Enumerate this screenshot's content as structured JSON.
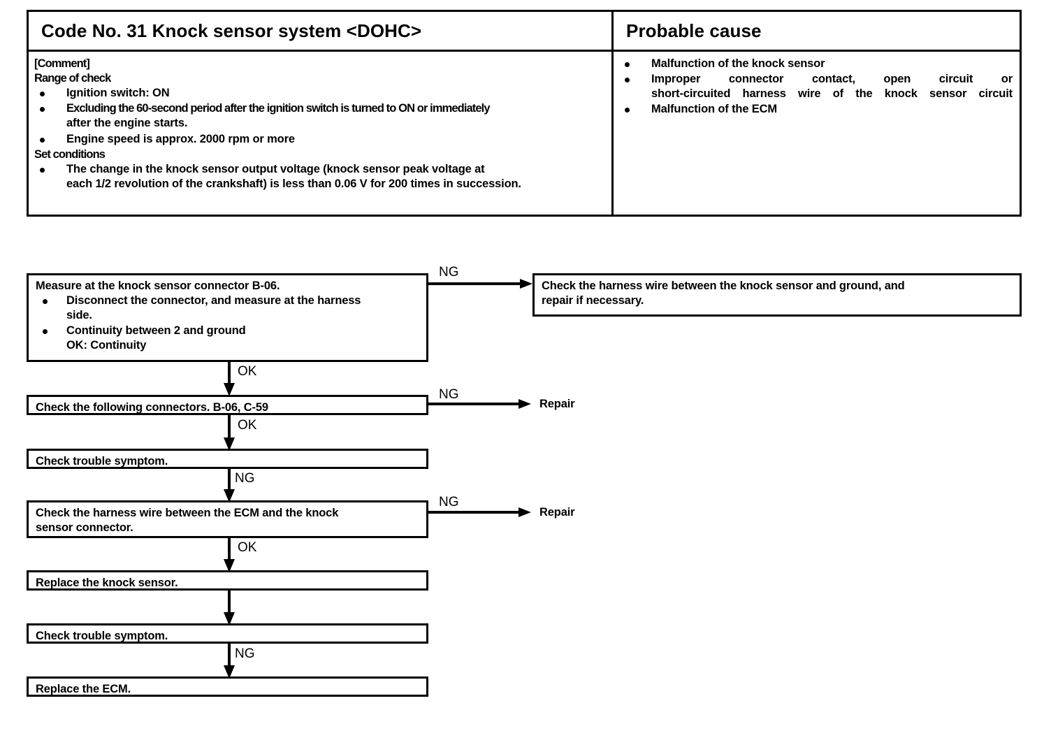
{
  "table": {
    "headers": {
      "left": "Code No. 31 Knock sensor system <DOHC>",
      "right": "Probable cause"
    },
    "comment": {
      "label": "[Comment]",
      "range_heading": "Range of check",
      "range_items": [
        {
          "line1": "Ignition switch:  ON",
          "line2": ""
        },
        {
          "line1": "Excluding the 60-second period after the ignition switch is turned to ON or immediately",
          "line2": "after the engine starts."
        },
        {
          "line1": "Engine speed is approx. 2000 rpm or more",
          "line2": ""
        }
      ],
      "set_heading": "Set conditions",
      "set_items": [
        {
          "line1": "The change in the knock sensor output voltage (knock sensor peak voltage at",
          "line2": "each 1/2 revolution of the crankshaft) is less than 0.06 V for 200 times in succession."
        }
      ]
    },
    "probable_causes": [
      {
        "line1": "Malfunction of the knock sensor",
        "line2": ""
      },
      {
        "line1": "Improper connector contact, open circuit or",
        "line2": "short-circuited harness wire of the knock sensor circuit"
      },
      {
        "line1": "Malfunction of the ECM",
        "line2": ""
      }
    ]
  },
  "flow": {
    "step1": {
      "title": "Measure at the knock sensor connector B-06.",
      "bullets": [
        {
          "line1": "Disconnect the connector, and measure at the harness",
          "line2": "side."
        },
        {
          "line1": "Continuity between 2 and ground",
          "line2": "OK: Continuity"
        }
      ]
    },
    "step1_ng_box": {
      "line1": "Check the harness wire between the knock sensor and ground, and",
      "line2": "repair if necessary."
    },
    "step2": {
      "text": "Check the following connectors. B-06, C-59"
    },
    "step3": {
      "text": "Check trouble symptom."
    },
    "step4": {
      "line1": "Check the harness wire between the ECM and the knock",
      "line2": "sensor connector."
    },
    "step5": {
      "text": "Replace the knock sensor."
    },
    "step6": {
      "text": "Check trouble symptom."
    },
    "step7": {
      "text": "Replace the ECM."
    },
    "labels": {
      "ng1": "NG",
      "ok1": "OK",
      "ng2": "NG",
      "ok2": "OK",
      "ng3": "NG",
      "ng4": "NG",
      "ok3": "OK",
      "ng5": "NG",
      "repair1": "Repair",
      "repair2": "Repair"
    }
  }
}
